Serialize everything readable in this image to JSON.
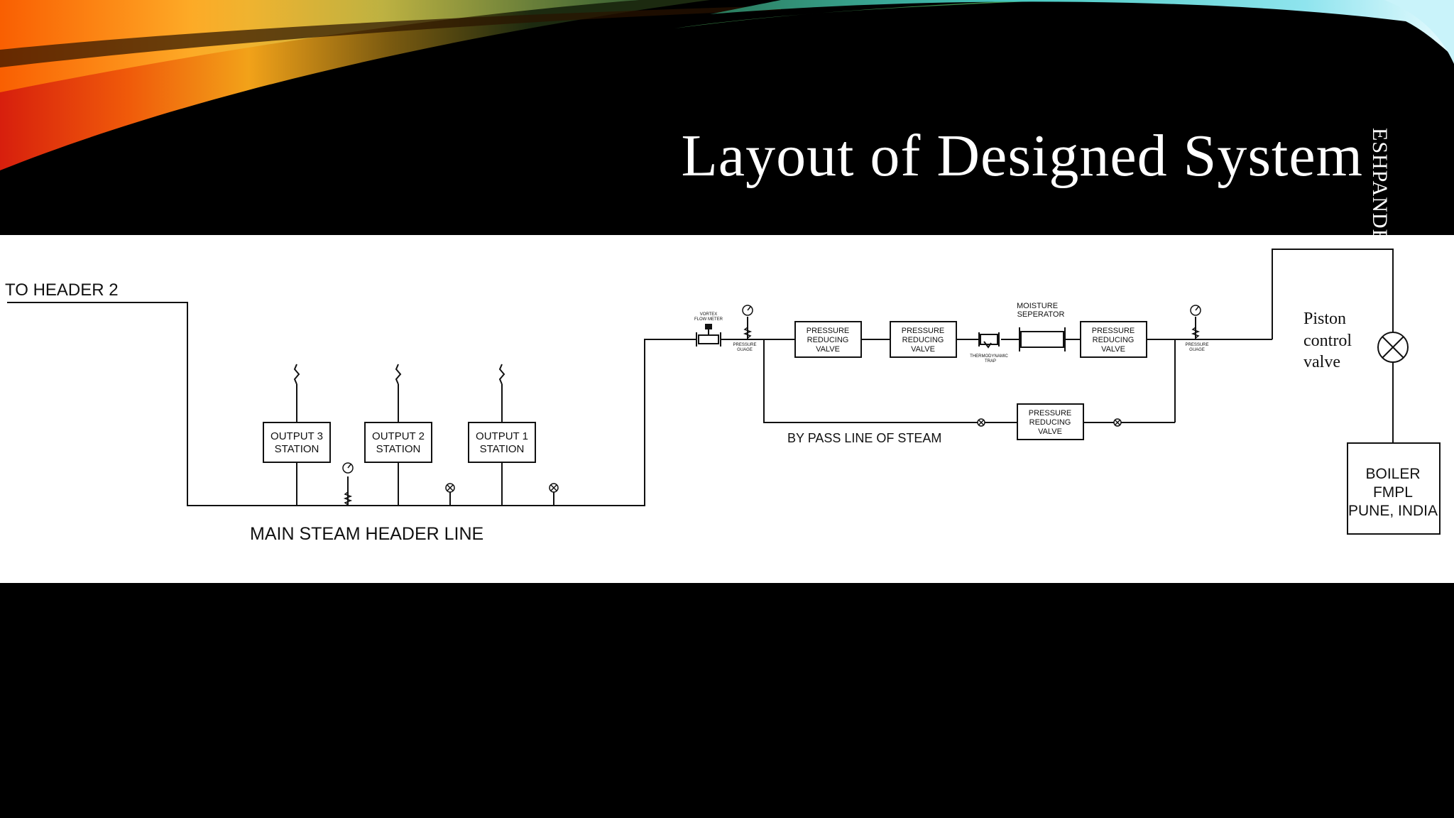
{
  "slide": {
    "title": "Layout of Designed System",
    "author_vertical": "ESHPANDE"
  },
  "diagram": {
    "header2_label": "TO HEADER 2",
    "main_header_label": "MAIN STEAM HEADER LINE",
    "bypass_label": "BY PASS LINE OF STEAM",
    "stations": [
      {
        "line1": "OUTPUT 3",
        "line2": "STATION"
      },
      {
        "line1": "OUTPUT 2",
        "line2": "STATION"
      },
      {
        "line1": "OUTPUT 1",
        "line2": "STATION"
      }
    ],
    "vortex_flow_meter": {
      "line1": "VORTEX",
      "line2": "FLOW METER"
    },
    "pressure_gauge_1": {
      "line1": "PRESSURE",
      "line2": "GUAGE"
    },
    "pressure_gauge_2": {
      "line1": "PRESSURE",
      "line2": "GUAGE"
    },
    "prv_1": {
      "line1": "PRESSURE",
      "line2": "REDUCING",
      "line3": "VALVE"
    },
    "prv_2": {
      "line1": "PRESSURE",
      "line2": "REDUCING",
      "line3": "VALVE"
    },
    "prv_3": {
      "line1": "PRESSURE",
      "line2": "REDUCING",
      "line3": "VALVE"
    },
    "prv_bypass": {
      "line1": "PRESSURE",
      "line2": "REDUCING",
      "line3": "VALVE"
    },
    "thermodynamic_trap": {
      "line1": "THERMODYNAMIC",
      "line2": "TRAP"
    },
    "moisture_separator": {
      "line1": "MOISTURE",
      "line2": "SEPERATOR"
    },
    "piston_valve": {
      "line1": "Piston",
      "line2": "control",
      "line3": "valve"
    },
    "boiler": {
      "line1": "BOILER",
      "line2": "FMPL",
      "line3": "PUNE, INDIA"
    }
  }
}
